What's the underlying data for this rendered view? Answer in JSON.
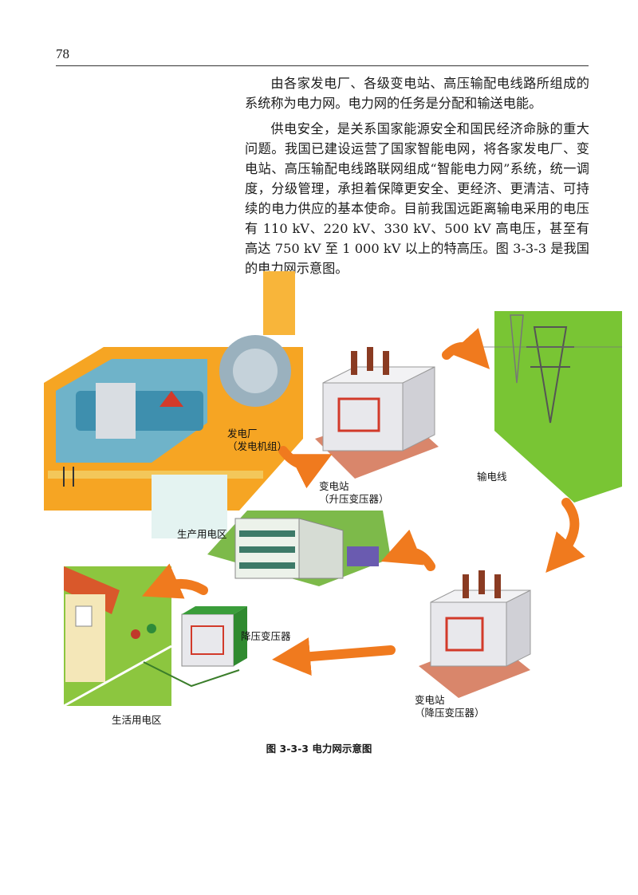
{
  "page": {
    "number": "78"
  },
  "body": {
    "paragraphs": [
      "由各家发电厂、各级变电站、高压输配电线路所组成的系统称为电力网。电力网的任务是分配和输送电能。",
      "供电安全，是关系国家能源安全和国民经济命脉的重大问题。我国已建设运营了国家智能电网，将各家发电厂、变电站、高压输配电线路联网组成“智能电力网”系统，统一调度，分级管理，承担着保障更安全、更经济、更清洁、可持续的电力供应的基本使命。目前我国远距离输电采用的电压有 110 kV、220 kV、330 kV、500 kV 高电压，甚至有高达 750 kV 至 1 000 kV 以上的特高压。图 3-3-3 是我国的电力网示意图。"
    ]
  },
  "figure": {
    "caption": "图 3-3-3   电力网示意图",
    "labels": {
      "power_plant": "发电厂",
      "power_plant_sub": "（发电机组）",
      "step_up_station": "变电站",
      "step_up_station_sub": "（升压变压器）",
      "transmission_line": "输电线",
      "industrial_area": "生产用电区",
      "step_down_transformer": "降压变压器",
      "step_down_station": "变电站",
      "step_down_station_sub": "（降压变压器）",
      "residential_area": "生活用电区"
    },
    "colors": {
      "arrow": "#f07a1e",
      "plant": "#f6a523",
      "grass": "#79c534",
      "transformer_box": "#e8e8ec"
    }
  }
}
